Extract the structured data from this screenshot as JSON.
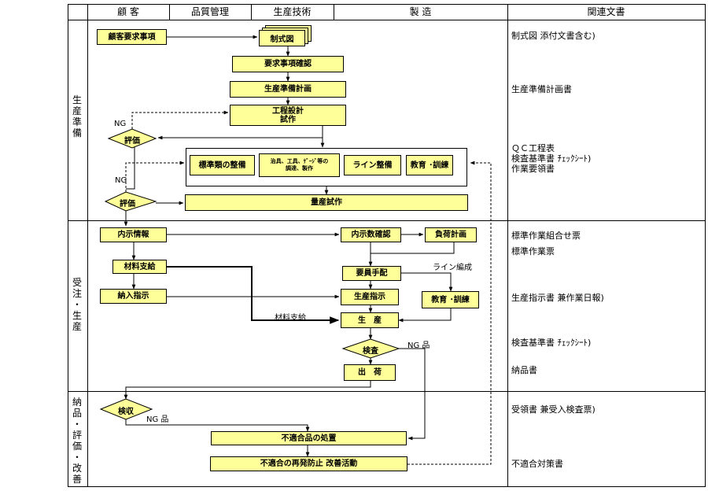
{
  "header": {
    "customer": "顧 客",
    "quality": "品質管理",
    "production_tech": "生産技術",
    "manufacturing": "製 造",
    "documents": "関連文書"
  },
  "phases": {
    "prep": "生\n産\n準\n備",
    "order": "受\n注\n・\n生\n産",
    "delivery": "納\n品\n・\n評\n価\n・\n改\n善"
  },
  "nodes": {
    "customer_req": "顧客要求事項",
    "drawing": "制式図",
    "req_confirm": "要求事項確認",
    "prep_plan": "生産準備計画",
    "process_design": "工程設計\n試作",
    "eval1": "評価",
    "standards": "標準類の整備",
    "tools": "治具、工具、ｹﾞｰｼﾞ等の\n調達、製作",
    "line_setup": "ライン整備",
    "training1": "教育 ･訓練",
    "eval2": "評価",
    "mass_trial": "量産試作",
    "info": "内示情報",
    "info_confirm": "内示数確認",
    "load_plan": "負荷計画",
    "material_supply": "材料支給",
    "staff": "要員手配",
    "delivery_order": "納入指示",
    "prod_order": "生産指示",
    "training2": "教育 ･訓練",
    "production": "生　産",
    "inspection": "検査",
    "shipping": "出　荷",
    "acceptance": "検収",
    "nonconform": "不適合品の処置",
    "prevention": "不適合の再発防止 改善活動"
  },
  "labels": {
    "ng1": "NG",
    "ng2": "NG",
    "ng_product1": "NG 品",
    "ng_product2": "NG 品",
    "line_org": "ライン編成",
    "material_supply": "材料支給"
  },
  "documents": {
    "d1": "制式図 添付文書含む)",
    "d2": "生産準備計画書",
    "d3": "ＱＣ工程表",
    "d4": "検査基準書 ﾁｪｯｸｼｰﾄ)",
    "d5": "作業要領書",
    "d6": "標準作業組合せ票",
    "d7": "標準作業票",
    "d8": "生産指示書 兼作業日報)",
    "d9": "検査基準書 ﾁｪｯｸｼｰﾄ)",
    "d10": "納品書",
    "d11": "受領書 兼受入検査票)",
    "d12": "不適合対策書"
  }
}
